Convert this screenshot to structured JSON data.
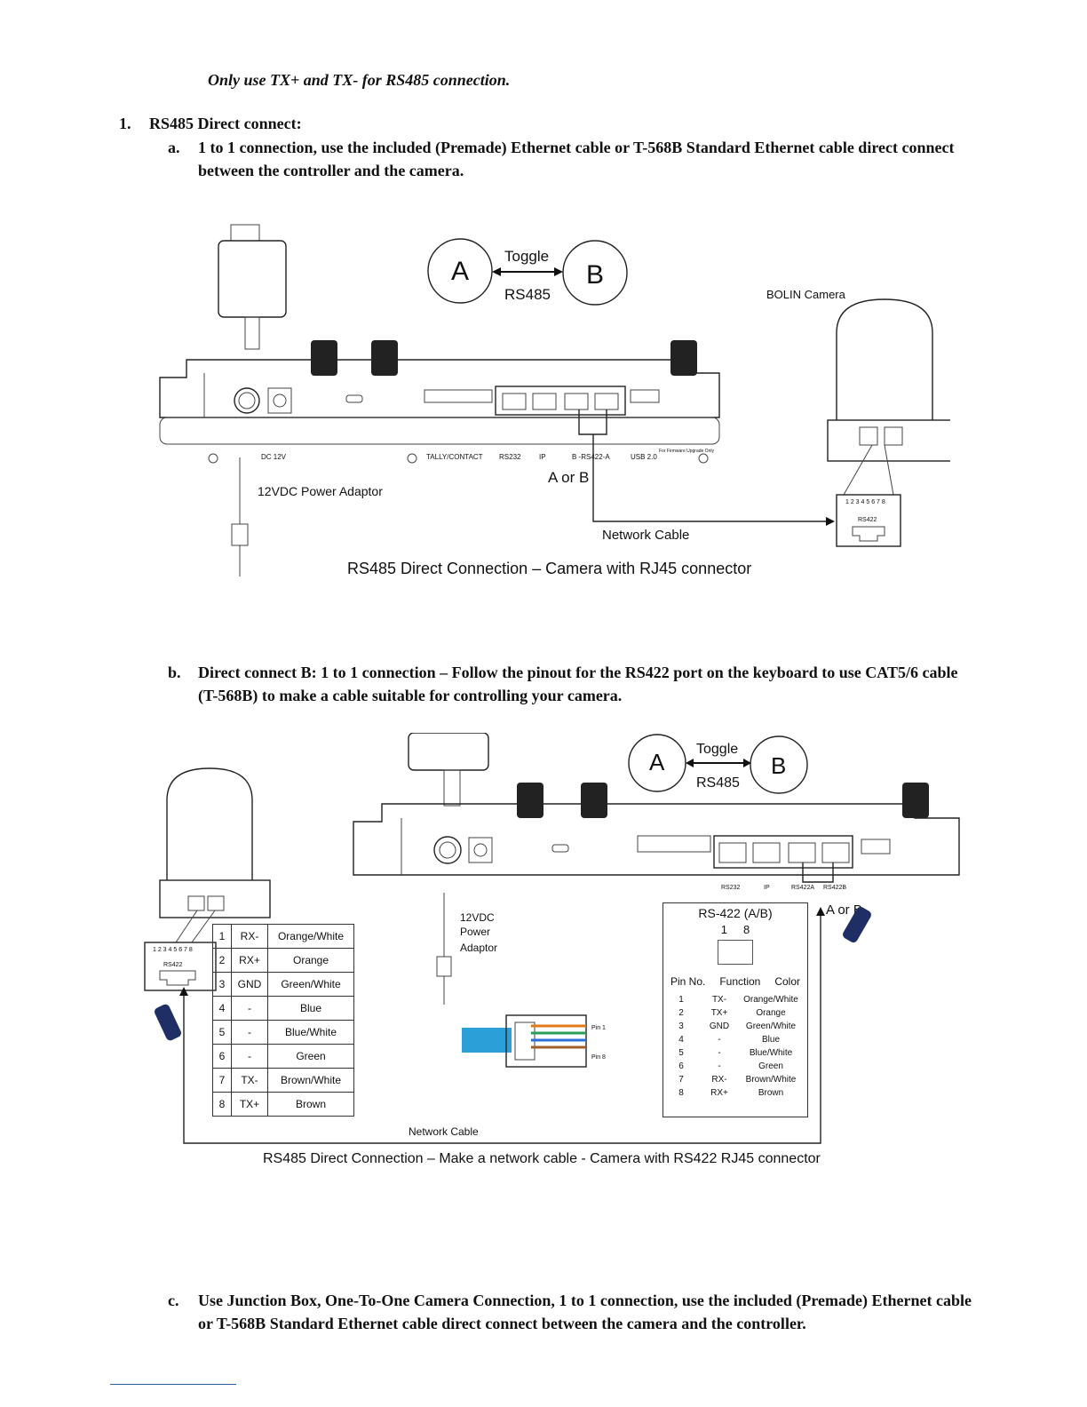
{
  "note": "Only use TX+ and TX- for RS485 connection.",
  "section": {
    "number": "1.",
    "title": "RS485 Direct connect:"
  },
  "items": [
    {
      "label": "a.",
      "text": "1 to 1 connection, use the included (Premade) Ethernet cable or T-568B Standard Ethernet cable direct connect between the controller and the camera."
    },
    {
      "label": "b.",
      "text": "Direct connect B: 1 to 1 connection – Follow the pinout for the RS422 port on the keyboard to use CAT5/6 cable (T-568B) to make a cable suitable for controlling your camera."
    },
    {
      "label": "c.",
      "text": "Use Junction Box, One-To-One Camera Connection, 1 to 1 connection, use the included (Premade) Ethernet cable or T-568B Standard Ethernet cable direct connect between the camera and the controller."
    }
  ],
  "figure1": {
    "toggle_a": "A",
    "toggle_b": "B",
    "toggle_label": "Toggle",
    "toggle_sub": "RS485",
    "camera_label": "BOLIN  Camera",
    "ports": [
      "DC 12V",
      "TALLY/CONTACT",
      "RS232",
      "IP",
      "B -RS422-A",
      "USB 2.0"
    ],
    "usb_note": "For Firmware Upgrade Only",
    "a_or_b": "A or B",
    "power_label": "12VDC Power Adaptor",
    "network_label": "Network Cable",
    "rj45_pins": "1 2 3 4 5 6 7 8",
    "rj45_name": "RS422",
    "caption": "RS485 Direct Connection – Camera with RJ45 connector"
  },
  "figure2": {
    "toggle_a": "A",
    "toggle_b": "B",
    "toggle_label": "Toggle",
    "toggle_sub": "RS485",
    "ports": [
      "RS232",
      "IP",
      "RS422A",
      "RS422B"
    ],
    "a_or_b": "A or B",
    "power_label": [
      "12VDC",
      "Power",
      "Adaptor"
    ],
    "rj45_pins": "1 2 3 4 5 6 7 8",
    "rj45_name": "RS422",
    "pin_table": [
      [
        "1",
        "RX-",
        "Orange/White"
      ],
      [
        "2",
        "RX+",
        "Orange"
      ],
      [
        "3",
        "GND",
        "Green/White"
      ],
      [
        "4",
        "-",
        "Blue"
      ],
      [
        "5",
        "-",
        "Blue/White"
      ],
      [
        "6",
        "-",
        "Green"
      ],
      [
        "7",
        "TX-",
        "Brown/White"
      ],
      [
        "8",
        "TX+",
        "Brown"
      ]
    ],
    "pin1": "Pin 1",
    "pin8": "Pin 8",
    "rs422_box": {
      "title": "RS-422 (A/B)",
      "range_start": "1",
      "range_end": "8",
      "headers": [
        "Pin No.",
        "Function",
        "Color"
      ],
      "rows": [
        [
          "1",
          "TX-",
          "Orange/White"
        ],
        [
          "2",
          "TX+",
          "Orange"
        ],
        [
          "3",
          "GND",
          "Green/White"
        ],
        [
          "4",
          "-",
          "Blue"
        ],
        [
          "5",
          "-",
          "Blue/White"
        ],
        [
          "6",
          "-",
          "Green"
        ],
        [
          "7",
          "RX-",
          "Brown/White"
        ],
        [
          "8",
          "RX+",
          "Brown"
        ]
      ]
    },
    "network_label": "Network Cable",
    "caption": "RS485 Direct Connection – Make a network cable - Camera with RS422 RJ45 connector"
  }
}
